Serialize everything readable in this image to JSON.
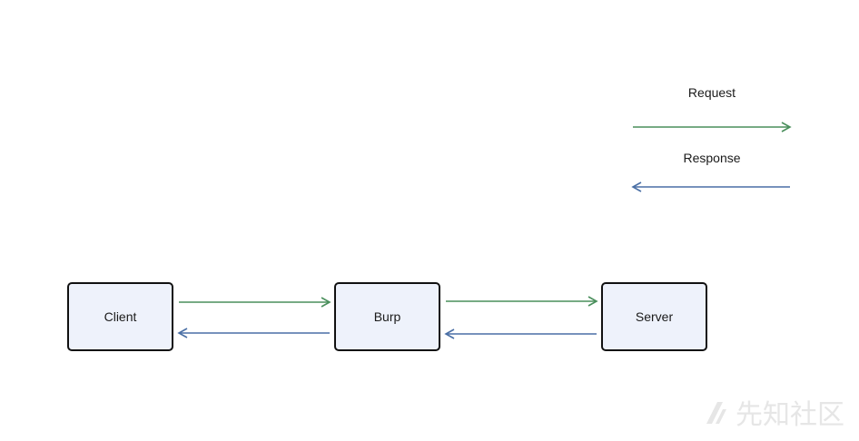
{
  "nodes": {
    "client": "Client",
    "burp": "Burp",
    "server": "Server"
  },
  "legend": {
    "request": "Request",
    "response": "Response"
  },
  "colors": {
    "request": "#4a8f5c",
    "response": "#4a6fa5",
    "node_fill": "#eef2fb",
    "node_border": "#111111"
  },
  "watermark": {
    "text": "先知社区"
  }
}
